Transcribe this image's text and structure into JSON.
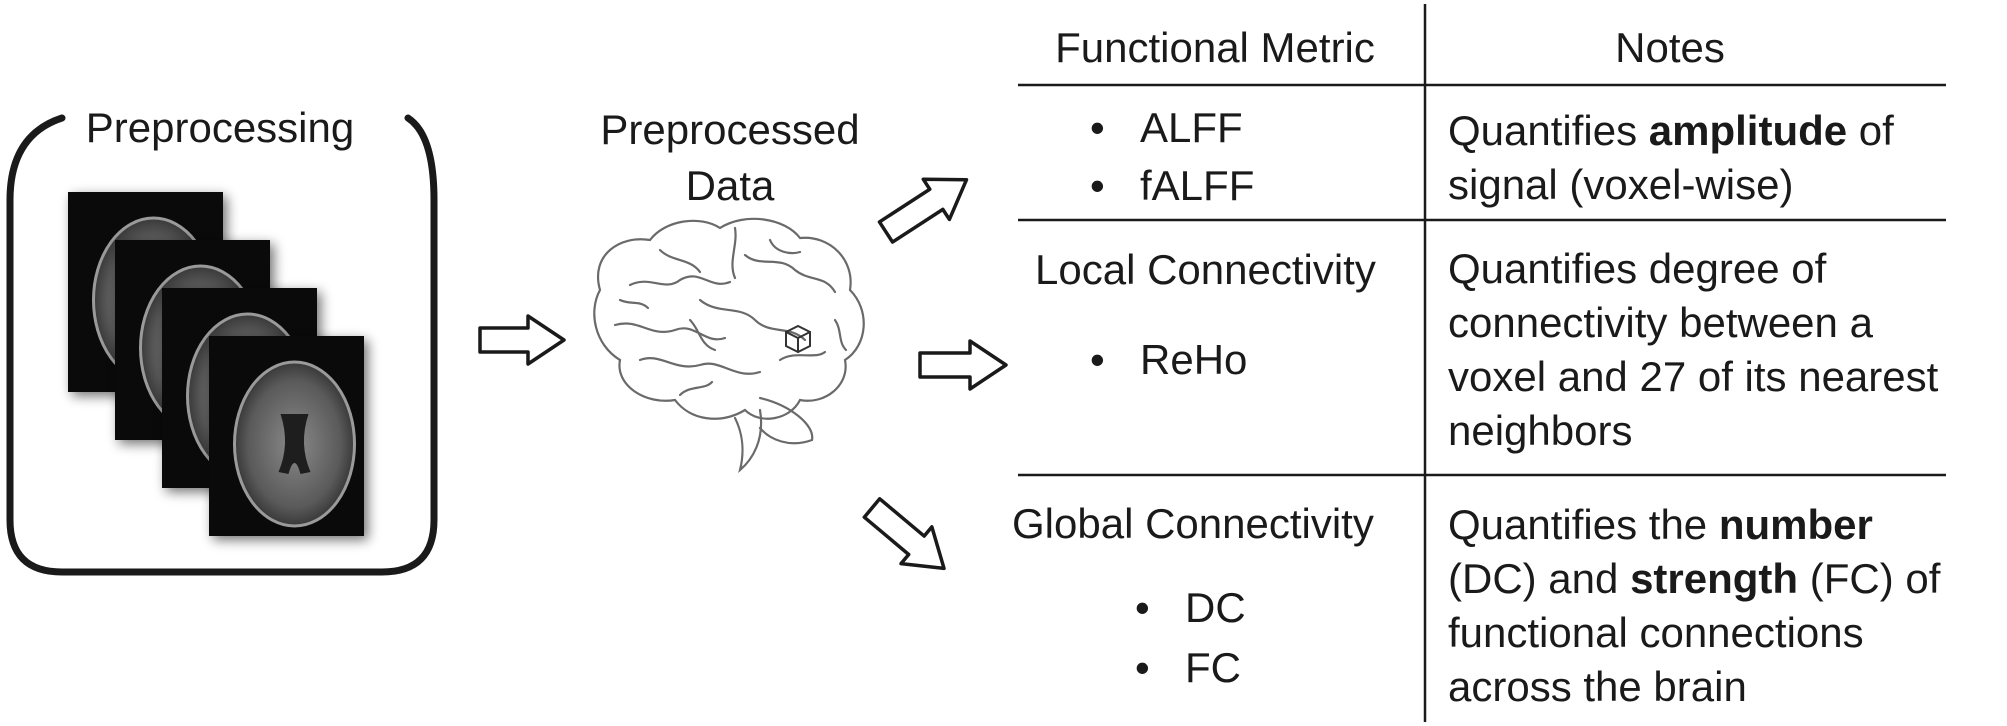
{
  "preprocessing": {
    "title": "Preprocessing",
    "image_count": 4
  },
  "preprocessed": {
    "title_line1": "Preprocessed",
    "title_line2": "Data"
  },
  "table": {
    "header_metric": "Functional Metric",
    "header_notes": "Notes",
    "rows": [
      {
        "category": "",
        "bullets": [
          "ALFF",
          "fALFF"
        ],
        "note": [
          "Quantifies ",
          {
            "b": "amplitude"
          },
          " of signal (voxel-wise)"
        ]
      },
      {
        "category": "Local Connectivity",
        "bullets": [
          "ReHo"
        ],
        "note": [
          "Quantifies degree of connectivity between a voxel and 27 of its nearest neighbors"
        ]
      },
      {
        "category": "Global Connectivity",
        "bullets": [
          "DC",
          "FC"
        ],
        "note": [
          "Quantifies the ",
          {
            "b": "number"
          },
          " (DC) and ",
          {
            "b": "strength"
          },
          " (FC) of functional connections across the brain"
        ]
      }
    ]
  },
  "colors": {
    "line": "#1a1a1a",
    "arrow_fill": "#ffffff",
    "scan_bg": "#0a0a0a",
    "brain_tissue": "#5e5e5e"
  }
}
